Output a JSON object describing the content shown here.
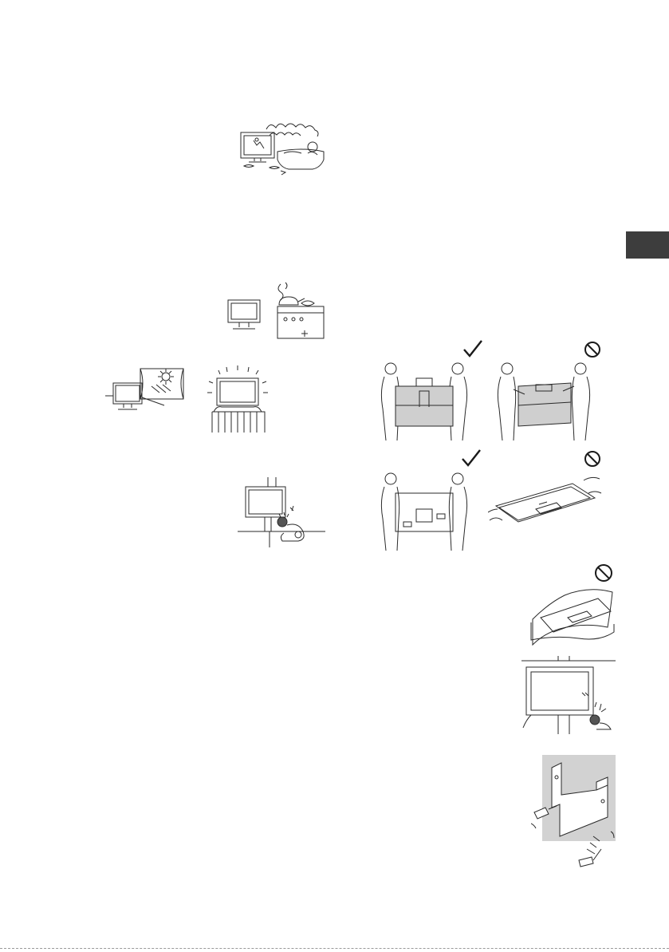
{
  "page": {
    "background": "#ffffff",
    "line_color": "#2a2a2a",
    "tab_color": "#3d3d3d",
    "panel_color": "#d2d2d2"
  },
  "illustrations": [
    {
      "name": "tv-near-bath-steam",
      "icon": "humidity-warning-illustration"
    },
    {
      "name": "tv-near-cooking-stove",
      "icon": "kitchen-smoke-warning-illustration"
    },
    {
      "name": "tv-in-direct-sunlight",
      "icon": "sunlight-warning-illustration"
    },
    {
      "name": "tv-on-heater",
      "icon": "heater-warning-illustration"
    },
    {
      "name": "tv-corner-child-hit",
      "icon": "corner-injury-illustration"
    },
    {
      "name": "two-person-carry-upright",
      "mark": "check-mark"
    },
    {
      "name": "two-person-carry-screen-grip",
      "mark": "prohibited-mark"
    },
    {
      "name": "two-person-carry-back-view",
      "mark": "check-mark"
    },
    {
      "name": "tv-laid-flat-carried",
      "mark": "prohibited-mark"
    },
    {
      "name": "tv-laid-on-cloth",
      "mark": "prohibited-mark"
    },
    {
      "name": "wall-mount-child-hit",
      "icon": "wall-mount-injury-illustration"
    },
    {
      "name": "wall-bracket-screws",
      "icon": "wall-bracket-illustration"
    }
  ]
}
